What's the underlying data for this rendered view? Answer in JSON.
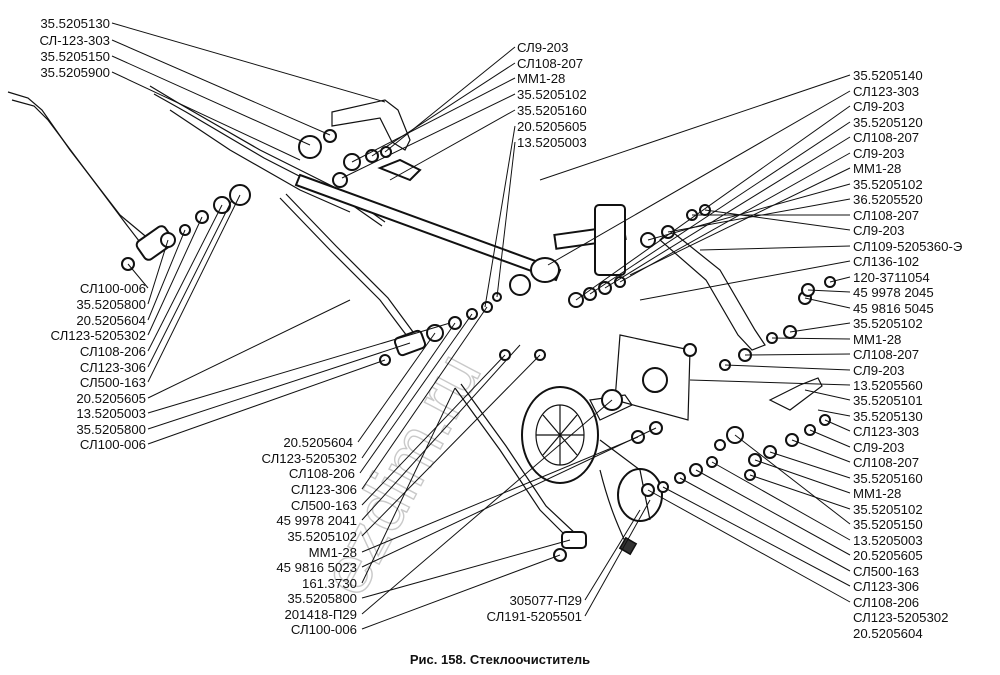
{
  "caption": "Рис. 158. Стеклоочиститель",
  "watermark": "ezdim.ru",
  "labels": {
    "topLeft": [
      "35.5205130",
      "СЛ-123-303",
      "35.5205150",
      "35.5205900"
    ],
    "leftMid": [
      "СЛ100-006",
      "35.5205800",
      "20.5205604",
      "СЛ123-5205302",
      "СЛ108-206",
      "СЛ123-306",
      "СЛ500-163",
      "20.5205605",
      "13.5205003",
      "35.5205800",
      "СЛ100-006"
    ],
    "leftLow": [
      "20.5205604",
      "СЛ123-5205302",
      "СЛ108-206",
      "СЛ123-306",
      "СЛ500-163",
      "45 9978 2041",
      "35.5205102",
      "ММ1-28",
      "45 9816 5023",
      "161.3730",
      "35.5205800",
      "201418-П29",
      "СЛ100-006"
    ],
    "topCenter": [
      "СЛ9-203",
      "СЛ108-207",
      "ММ1-28",
      "35.5205102",
      "35.5205160",
      "20.5205605",
      "13.5205003"
    ],
    "right": [
      "35.5205140",
      "СЛ123-303",
      "СЛ9-203",
      "35.5205120",
      "СЛ108-207",
      "СЛ9-203",
      "ММ1-28",
      "35.5205102",
      "36.5205520",
      "СЛ108-207",
      "СЛ9-203",
      "СЛ109-5205360-Э",
      "СЛ136-102",
      "120-3711054",
      "45 9978 2045",
      "45 9816 5045",
      "35.5205102",
      "ММ1-28",
      "СЛ108-207",
      "СЛ9-203",
      "13.5205560",
      "35.5205101",
      "35.5205130",
      "СЛ123-303",
      "СЛ9-203",
      "СЛ108-207",
      "35.5205160",
      "ММ1-28",
      "35.5205102",
      "35.5205150",
      "13.5205003",
      "20.5205605",
      "СЛ500-163",
      "СЛ123-306",
      "СЛ108-206",
      "СЛ123-5205302",
      "20.5205604"
    ],
    "bottomCenter": [
      "305077-П29",
      "СЛ191-5205501"
    ]
  }
}
